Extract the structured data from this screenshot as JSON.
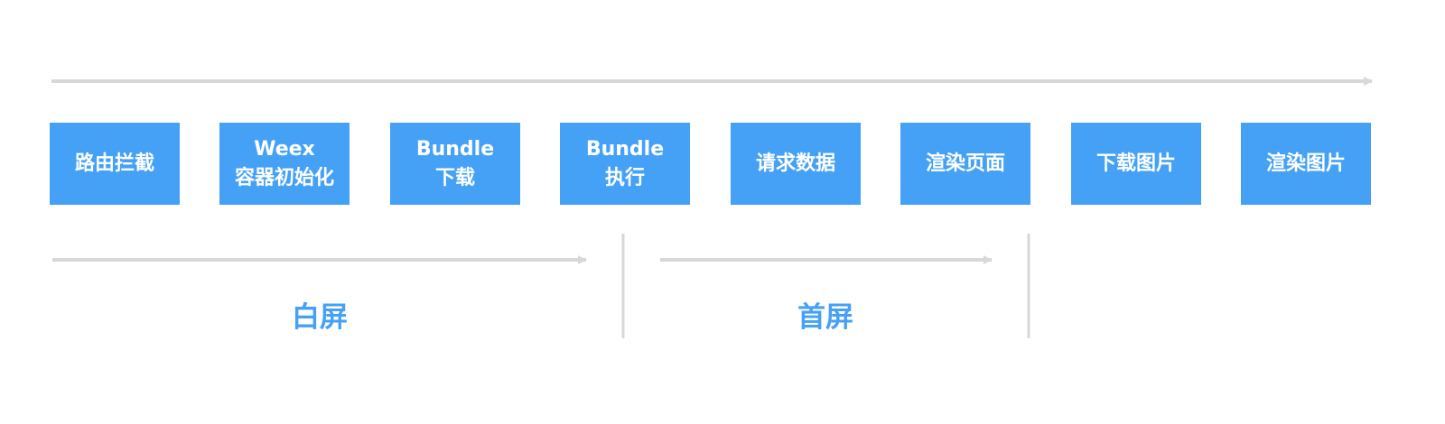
{
  "colors": {
    "box_fill": "#45a1f5",
    "box_text": "#ffffff",
    "arrow": "#d8d8d8",
    "phase_label": "#45a1f5"
  },
  "steps": [
    {
      "line1": "路由拦截",
      "line2": ""
    },
    {
      "line1": "Weex",
      "line2": "容器初始化"
    },
    {
      "line1": "Bundle",
      "line2": "下载"
    },
    {
      "line1": "Bundle",
      "line2": "执行"
    },
    {
      "line1": "请求数据",
      "line2": ""
    },
    {
      "line1": "渲染页面",
      "line2": ""
    },
    {
      "line1": "下载图片",
      "line2": ""
    },
    {
      "line1": "渲染图片",
      "line2": ""
    }
  ],
  "phases": [
    {
      "label": "白屏"
    },
    {
      "label": "首屏"
    }
  ]
}
